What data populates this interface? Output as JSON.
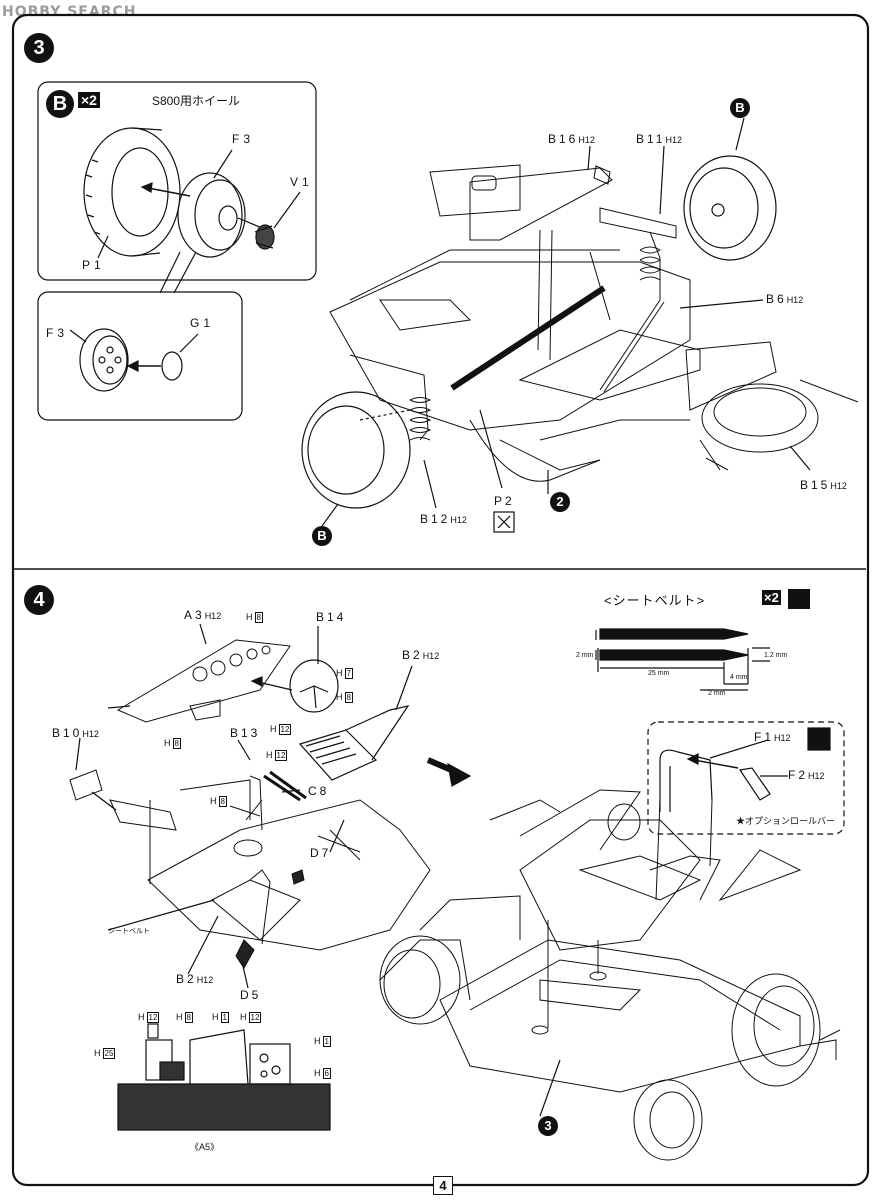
{
  "watermark": "HOBBY SEARCH",
  "page_number": "4",
  "step3": {
    "number": "3",
    "wheel_box": {
      "badge": "B",
      "multiplier": "×2",
      "title": "S800用ホイール",
      "parts": {
        "f3": "F3",
        "v1": "V1",
        "p1": "P1"
      }
    },
    "cap_box": {
      "parts": {
        "f3": "F3",
        "g1": "G1"
      }
    },
    "labels": {
      "b16": "B16",
      "b11": "B11",
      "b6": "B6",
      "b15": "B15",
      "b12": "B12",
      "p2": "P2",
      "step2": "2",
      "b_top": "B",
      "b_bottom": "B"
    },
    "h12": "H12"
  },
  "step4": {
    "number": "4",
    "seatbelt": {
      "title": "<シートベルト>",
      "dim_2mm": "2 mm",
      "dim_25mm": "25 mm",
      "dim_12mm": "1.2 mm",
      "dim_4mm": "4 mm",
      "dim_2mm_b": "2 mm",
      "multiplier": "×2"
    },
    "rollbar": {
      "f1": "F1",
      "f2": "F2",
      "note": "★オプションロールバー"
    },
    "labels": {
      "a3": "A3",
      "b14": "B14",
      "b2_top": "B2",
      "b10": "B10",
      "b13": "B13",
      "c8": "C8",
      "d7": "D7",
      "b2_bottom": "B2",
      "d5": "D5",
      "seatbelt_jp": "シートベルト",
      "a5": "《A5》",
      "step3": "3"
    },
    "hboxes": {
      "h7": "7",
      "h8": "8",
      "h12": "12",
      "h1": "1",
      "h6": "6",
      "h25": "25"
    },
    "h_prefix": "H"
  }
}
